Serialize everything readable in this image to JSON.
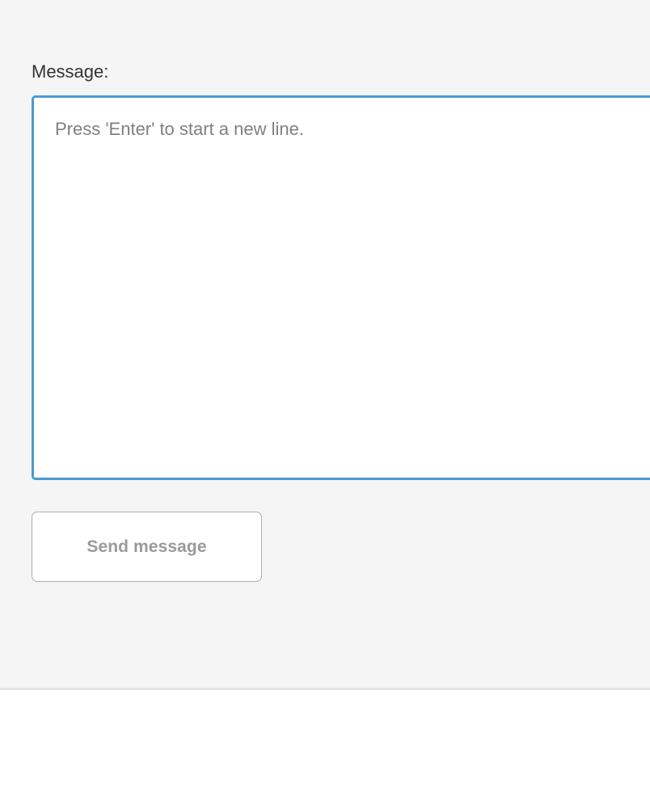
{
  "panel": {
    "background_color": "#f5f5f5",
    "divider_color": "#e6e6e6",
    "lower_area_color": "#ffffff"
  },
  "compose_form": {
    "label": "Message:",
    "label_color": "#333333",
    "textarea": {
      "value": "",
      "placeholder": "Press 'Enter' to start a new line.",
      "placeholder_color": "#808080",
      "focus_border_color": "#4a9ad0",
      "background_color": "#ffffff",
      "focused": true
    },
    "send_button": {
      "label": "Send message",
      "text_color": "#9a9a9a",
      "border_color": "#adadad",
      "background_color": "#ffffff"
    }
  }
}
